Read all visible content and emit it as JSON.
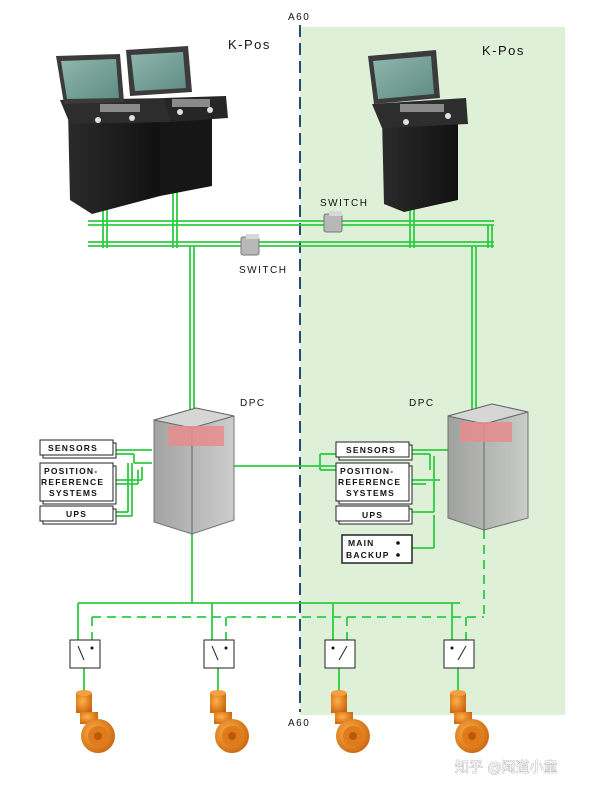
{
  "zone": {
    "boundary_label_top": "A60",
    "boundary_label_bottom": "A60",
    "colors": {
      "zone_fill": "#dff0d8",
      "boundary": "#1f4e6e",
      "network": "#2ecc40"
    }
  },
  "consoles": {
    "left_label": "K-Pos",
    "right_label": "K-Pos"
  },
  "switches": {
    "upper_label": "SWITCH",
    "lower_label": "SWITCH"
  },
  "dpc": {
    "left_label": "DPC",
    "right_label": "DPC"
  },
  "inputs_left": [
    "SENSORS",
    "POSITION-",
    "REFERENCE",
    "SYSTEMS",
    "UPS"
  ],
  "inputs_right": [
    "SENSORS",
    "POSITION-",
    "REFERENCE",
    "SYSTEMS",
    "UPS"
  ],
  "power": {
    "main": "MAIN",
    "backup": "BACKUP"
  },
  "watermark": "知乎 @闻道小童"
}
